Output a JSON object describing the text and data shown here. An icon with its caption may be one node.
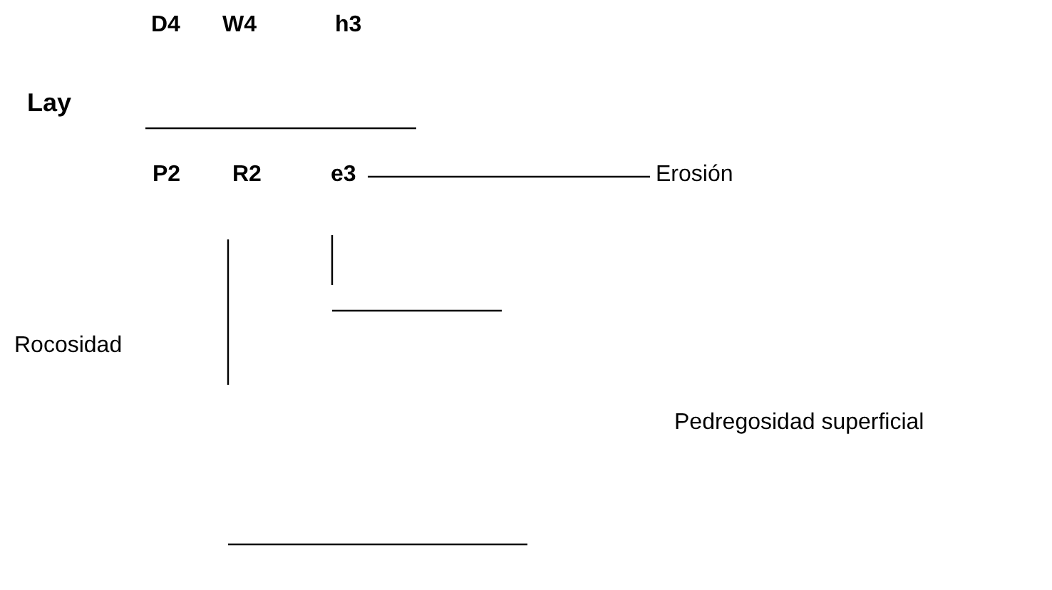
{
  "diagram": {
    "nodes": [
      {
        "text": [
          "e3"
        ]
      },
      {
        "text": [
          "Erosión"
        ]
      }
    ],
    "edges": [
      {
        "from": 0,
        "to": 1,
        "arrow": "none"
      }
    ],
    "labels": [
      "D4",
      "W4",
      "h3",
      "Lay",
      "P2",
      "R2",
      "Rocosidad",
      "Pedregosidad superficial"
    ]
  }
}
